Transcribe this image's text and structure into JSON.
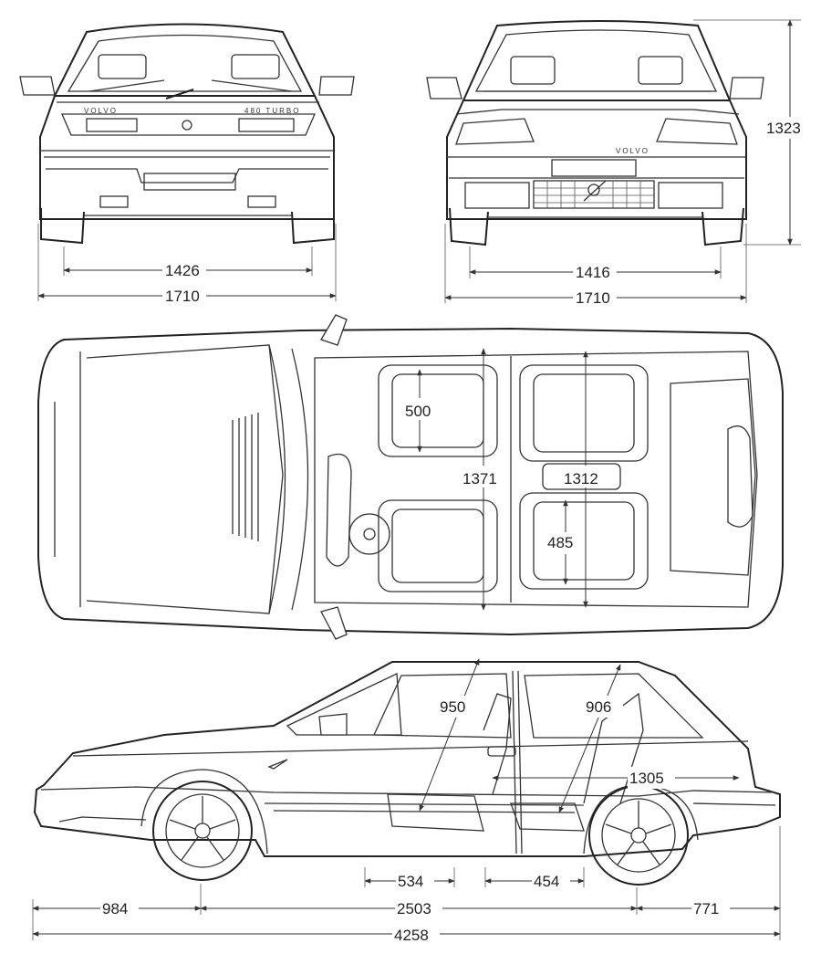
{
  "views": {
    "rear": {
      "badge_left": "VOLVO",
      "badge_right": "480 TURBO"
    },
    "front": {
      "badge": "VOLVO"
    }
  },
  "dimensions": {
    "rear_track": "1426",
    "rear_width": "1710",
    "front_track": "1416",
    "front_width": "1710",
    "height": "1323",
    "front_shoulder": "1371",
    "rear_shoulder": "1312",
    "front_seat_width": "500",
    "rear_seat_width": "485",
    "front_headroom": "950",
    "rear_headroom": "906",
    "cabin_length": "1305",
    "front_legroom": "534",
    "rear_legroom": "454",
    "front_overhang": "984",
    "wheelbase": "2503",
    "rear_overhang": "771",
    "overall_length": "4258"
  }
}
